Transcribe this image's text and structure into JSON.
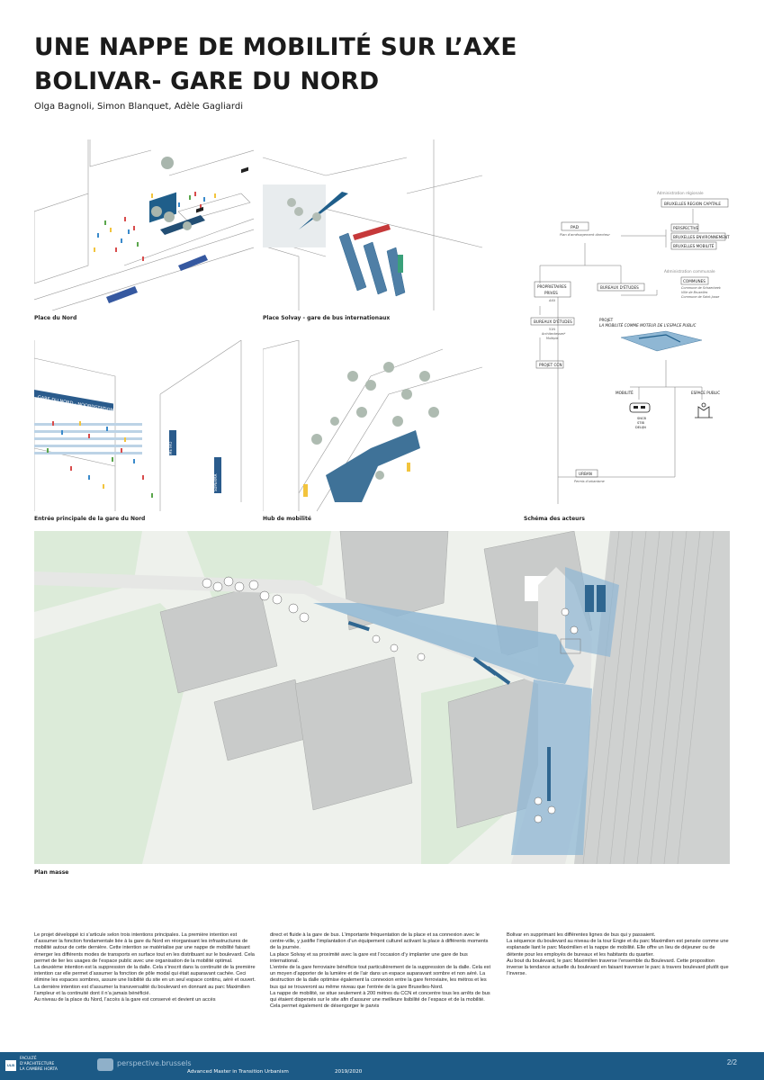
{
  "header": {
    "title_line1": "UNE NAPPE DE MOBILITÉ SUR L’AXE",
    "title_line2": "BOLIVAR- GARE DU NORD",
    "authors": "Olga Bagnoli, Simon Blanquet, Adèle Gagliardi"
  },
  "panels": {
    "place_du_nord": "Place du Nord",
    "place_solvay": "Place Solvay - gare de bus internationaux",
    "entree_gare": "Entrée principale de la gare du Nord",
    "hub": "Hub de mobilité",
    "schema": "Schéma des acteurs",
    "plan": "Plan masse"
  },
  "entree_signs": {
    "gare": "GARE DU NORD - NOORDSTATION",
    "metro": "METRO",
    "super": "SUPERMA"
  },
  "schema": {
    "admin_regionale": "Administration régionale",
    "brussels_capital": "BRUXELLES REGION CAPITALE",
    "pad": "PAD",
    "pad_sub": "Plan d'aménagement directeur",
    "perspective": "PERSPECTIVE",
    "environnement": "BRUXELLES ENVIRONNEMENT",
    "mobilite_bx": "BRUXELLES MOBILITÉ",
    "admin_communale": "Administration communale",
    "communes": "COMMUNES",
    "communes_sub1": "Commune de Schaerbeek",
    "communes_sub2": "Ville de Bruxelles",
    "communes_sub3": "Commune de Saint-Josse",
    "proprietaires": "PROPRIETAIRES",
    "prives": "PRIVES",
    "proprietaires_sub": "AXA",
    "bureaux": "BUREAUX D'ÉTUDES",
    "bureaux2": "BUREAUX D'ÉTUDES",
    "bureaux2_sub1": "51N",
    "bureaux2_sub2": "Architectesses*",
    "bureaux2_sub3": "Multiple",
    "projet": "PROJET",
    "projet_sub": "LA MOBILITÉ COMME MOTEUR DE L'ESPACE PUBLIC",
    "projet_ccn": "PROJET CCN",
    "mobilite": "MOBILITÉ",
    "espace_public": "ESPACE PUBLIC",
    "operators1": "SNCB",
    "operators2": "STIB",
    "operators3": "DELIJN",
    "urban": "URBAN",
    "urban_sub": "Permis d'urbanisme"
  },
  "body": {
    "col1": "Le projet développé ici s’articule selon trois intentions principales. La première intention est d’assumer la fonction fondamentale liée à la gare du Nord en réorganisant les infrastructures de mobilité autour de cette dernière. Cette intention se matérialise par une nappe de mobilité faisant émerger les différents modes de transports en surface tout en les distribuant sur le boulevard. Cela permet de lier les usages de l’espace public avec une organisation de la mobilité optimal.\nLa deuxième intention est la suppression de la dalle. Cela s’inscrit dans la continuité de la première intention car elle permet d’assumer la fonction de pôle modal qui était auparavant cachée. Ceci élimine les espaces sombres, assure une lisibilité du site en un seul espace continu, aéré et ouvert.\nLa dernière intention est d’assumer la transversalité du boulevard en donnant au parc Maximilien l’ampleur et la continuité dont il n’a jamais bénéficié.\nAu niveau de la place du Nord, l’accès à la gare est conservé et devient un accès",
    "col2": "direct et fluide à la gare de bus. L’importante fréquentation de la place et sa connexion avec le centre-ville, y justifie l’implantation d’un équipement culturel activant la place à différents moments de la journée.\nLa place Solvay et sa proximité avec la gare est l’occasion d’y implanter une gare de bus international.\nL’entrée de la gare ferroviaire bénéficie tout particulièrement de la suppression de la dalle. Cela est un moyen d’apporter de la lumière et de l’air dans un espace auparavant sombre et non aéré. La destruction de la dalle optimise également la connexion entre la gare ferroviaire, les métros et les bus qui se trouveront au même niveau que l’entrée de la gare Bruxelles-Nord.\nLa nappe de mobilité, se situe seulement à 200 mètres du CCN et concentre tous les arrêts de bus qui étaient dispersés sur le site afin d’assurer une meilleure lisibilité de l’espace et de la mobilité. Cela permet également de désengorger le parvis",
    "col3": "Bolivar en supprimant les différentes lignes de bus qui y passaient.\nLa séquence du boulevard au niveau de la tour Engie et du parc Maximilien est pensée comme une esplanade liant le parc Maximilien et la nappe de mobilité. Elle offre un lieu de déjeuner ou de détente pour les employés de bureaux et les habitants du quartier.\nAu bout du boulevard, le parc Maximilien traverse l’ensemble du Boulevard. Cette proposition inverse la tendance actuelle du boulevard en faisant traverser le parc à travers boulevard plutôt que l’inverse."
  },
  "footer": {
    "ulb": "ULB",
    "faculty1": "FACULTÉ",
    "faculty2": "D'ARCHITECTURE",
    "faculty3": "LA CAMBRE HORTA",
    "partner": "perspective.brussels",
    "program": "Advanced Master in Transition Urbanism",
    "year": "2019/2020",
    "page": "2/2"
  },
  "colors": {
    "footer": "#1c5a86",
    "water_blue": "#8fb7d4",
    "dark_blue": "#2f6690",
    "building_grey": "#c9cbca",
    "park_green": "#dcebd9",
    "line": "#7a7a7a"
  }
}
